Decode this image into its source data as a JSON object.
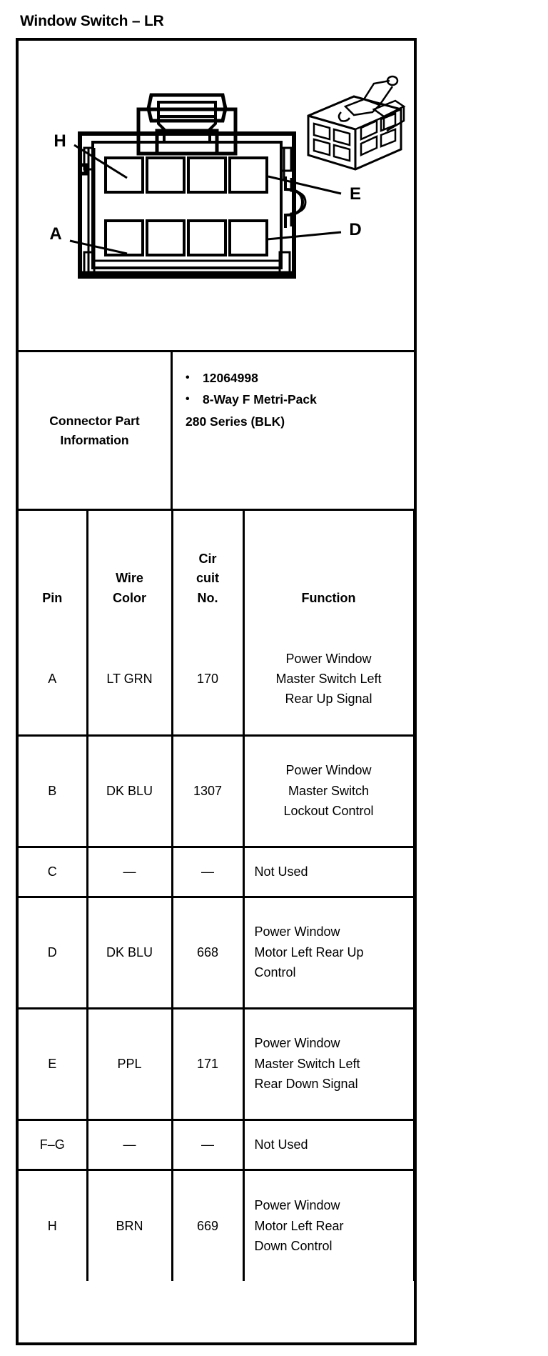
{
  "title": "Window Switch – LR",
  "diagram": {
    "caption": "Front view of 8-way female connector with terminal cavity callouts",
    "callouts": [
      {
        "id": "H",
        "label": "H",
        "position": "upper-left"
      },
      {
        "id": "E",
        "label": "E",
        "position": "upper-right"
      },
      {
        "id": "A",
        "label": "A",
        "position": "lower-left"
      },
      {
        "id": "D",
        "label": "D",
        "position": "lower-right"
      }
    ],
    "cavity_rows": 2,
    "cavity_columns": 4,
    "icons": {
      "front_view": "connector-front-view-icon",
      "iso_view": "connector-isometric-view-icon"
    }
  },
  "connector_info": {
    "label": "Connector Part Information",
    "bullets": [
      "12064998",
      "8-Way F Metri-Pack"
    ],
    "continuation": "280 Series (BLK)"
  },
  "pin_table": {
    "headers": {
      "pin": "Pin",
      "wire_color_line1": "Wire",
      "wire_color_line2": "Color",
      "circuit_line1": "Cir",
      "circuit_line2": "cuit",
      "circuit_line3": "No.",
      "function": "Function"
    },
    "rows": [
      {
        "pin": "A",
        "wire_color": "LT GRN",
        "circuit_no": "170",
        "function": "Power Window Master Switch Left Rear Up Signal",
        "function_lines": [
          "Power Window",
          "Master Switch Left",
          "Rear Up Signal"
        ],
        "align": "center",
        "size": "tall"
      },
      {
        "pin": "B",
        "wire_color": "DK BLU",
        "circuit_no": "1307",
        "function": "Power Window Master Switch Lockout Control",
        "function_lines": [
          "Power Window",
          "Master Switch",
          "Lockout Control"
        ],
        "align": "center",
        "size": "tall"
      },
      {
        "pin": "C",
        "wire_color": "—",
        "circuit_no": "—",
        "function": "Not Used",
        "function_lines": [
          "Not Used"
        ],
        "align": "left",
        "size": "short"
      },
      {
        "pin": "D",
        "wire_color": "DK BLU",
        "circuit_no": "668",
        "function": "Power Window Motor Left Rear Up Control",
        "function_lines": [
          "Power Window",
          "Motor Left Rear Up",
          "Control"
        ],
        "align": "left",
        "size": "tall"
      },
      {
        "pin": "E",
        "wire_color": "PPL",
        "circuit_no": "171",
        "function": "Power Window Master Switch Left Rear Down Signal",
        "function_lines": [
          "Power Window",
          "Master Switch Left",
          "Rear Down Signal"
        ],
        "align": "left",
        "size": "tall"
      },
      {
        "pin": "F–G",
        "wire_color": "—",
        "circuit_no": "—",
        "function": "Not Used",
        "function_lines": [
          "Not Used"
        ],
        "align": "left",
        "size": "short"
      },
      {
        "pin": "H",
        "wire_color": "BRN",
        "circuit_no": "669",
        "function": "Power Window Motor Left Rear Down Control",
        "function_lines": [
          "Power Window",
          "Motor Left Rear",
          "Down Control"
        ],
        "align": "left",
        "size": "tall"
      }
    ]
  },
  "colors": {
    "ink": "#000000",
    "paper": "#ffffff"
  }
}
